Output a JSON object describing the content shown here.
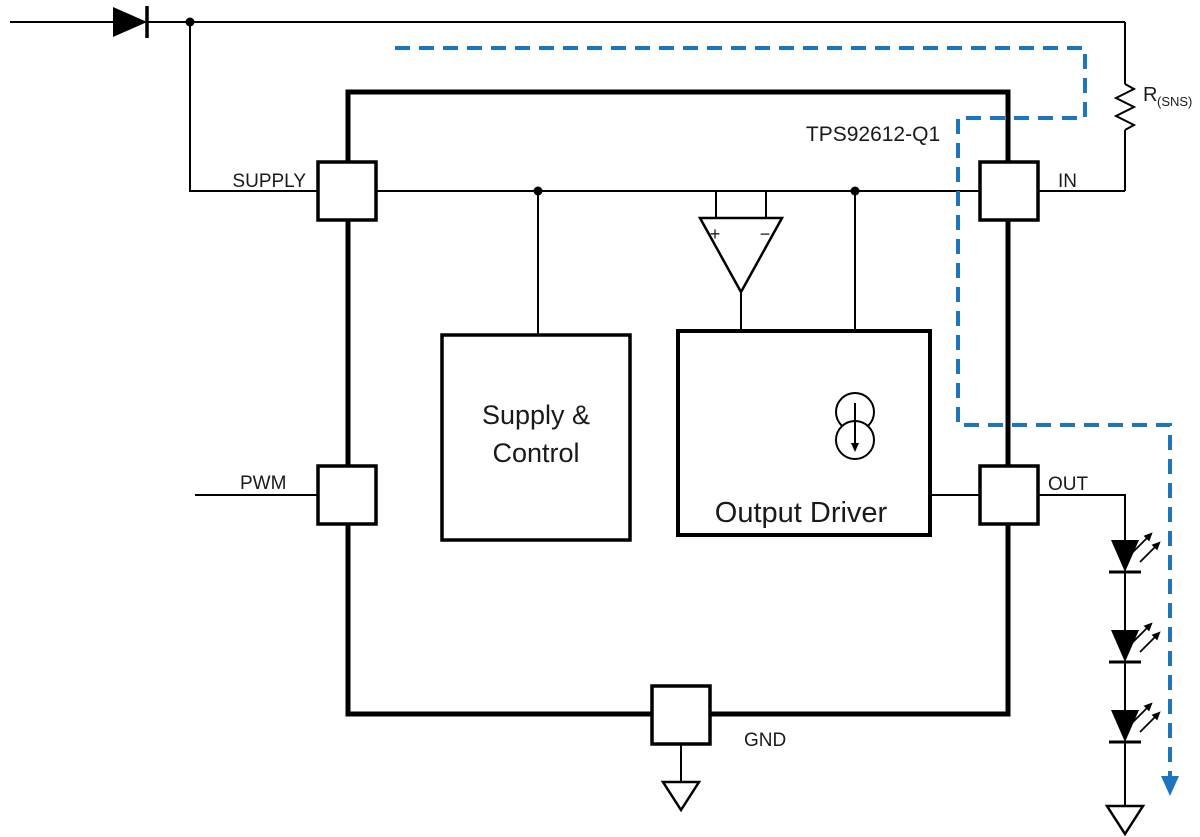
{
  "diagram": {
    "title": "TPS92612-Q1",
    "pins": {
      "supply": "SUPPLY",
      "pwm": "PWM",
      "in": "IN",
      "out": "OUT",
      "gnd": "GND"
    },
    "blocks": {
      "supply_control_line1": "Supply &",
      "supply_control_line2": "Control",
      "output_driver": "Output Driver"
    },
    "opamp": {
      "noninverting": "+",
      "inverting": "−"
    },
    "resistor": {
      "symbol": "R",
      "subscript": "(SNS)"
    },
    "colors": {
      "wire": "#000000",
      "highlight": "#1d76bd",
      "background": "#ffffff"
    }
  }
}
